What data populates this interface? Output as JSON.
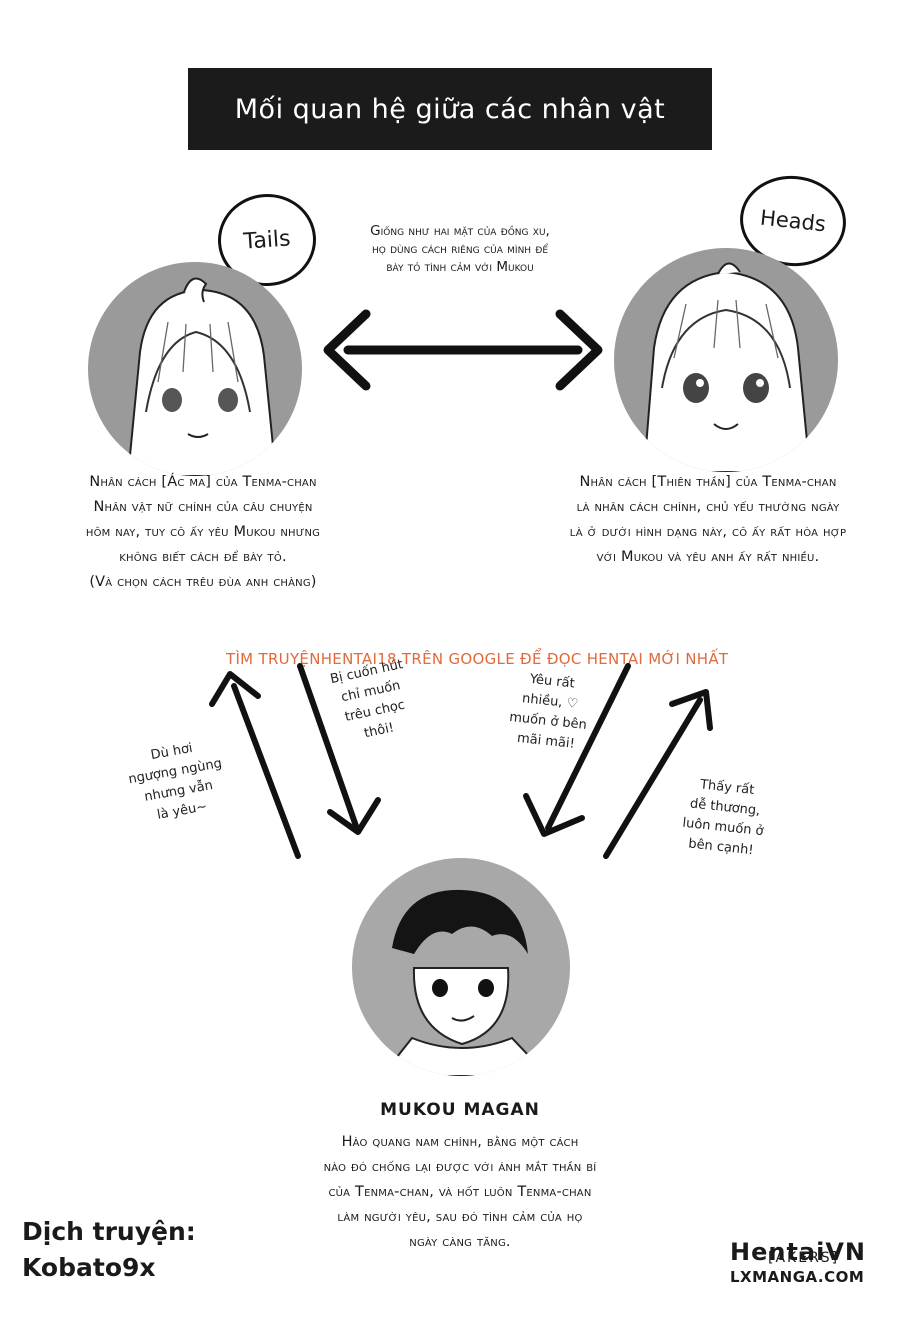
{
  "title": "Mối quan hệ giữa các nhân vật",
  "bubbles": {
    "left": "Tails",
    "right": "Heads"
  },
  "center_caption": {
    "line1": "Giống như hai mặt của đồng xu,",
    "line2": "họ dùng cách riêng của mình để",
    "line3": "bày tỏ tình cảm với Mukou"
  },
  "left_character": {
    "line1": "Nhân cách [Ác ma] của Tenma-chan",
    "line2": "Nhân vật nữ chính của câu chuyện",
    "line3": "hôm nay, tuy cô ấy yêu Mukou nhưng",
    "line4": "không biết cách để bày tỏ.",
    "line5": "(Và chọn cách trêu đùa anh chàng)"
  },
  "right_character": {
    "line1": "Nhân cách [Thiên thần] của Tenma-chan",
    "line2": "là nhân cách chính, chủ yếu thường ngày",
    "line3": "là ở dưới hình dạng này, cô ấy rất hòa hợp",
    "line4": "với Mukou và yêu anh ấy rất nhiều."
  },
  "watermark": "TÌM TRUYỆNHENTAI18 TRÊN GOOGLE ĐỂ ĐỌC HENTAI MỚI NHẤT",
  "arrow_notes": {
    "left_up": [
      "Dù hơi",
      "ngượng ngùng",
      "nhưng vẫn",
      "là yêu~"
    ],
    "left_down": [
      "Bị cuốn hút",
      "chỉ muốn",
      "trêu chọc",
      "thôi!"
    ],
    "right_down": [
      "Yêu rất",
      "nhiều, ♡",
      "muốn ở bên",
      "mãi mãi!"
    ],
    "right_up": [
      "Thấy rất",
      "dễ thương,",
      "luôn muốn ở",
      "bên cạnh!"
    ]
  },
  "male_character": {
    "name": "MUKOU MAGAN",
    "line1": "Hào quang nam chính, bằng một cách",
    "line2": "nào đó chống lại được với ánh mắt thần bí",
    "line3": "của Tenma-chan, và hốt luôn Tenma-chan",
    "line4": "làm người yêu, sau đó tình cảm của họ",
    "line5": "ngày càng tăng."
  },
  "credits": {
    "label": "Dịch truyện:",
    "translator": "Kobato9x",
    "group_line1": "HentaiVN",
    "group_line2": "[AKERS]",
    "site": "LXMANGA.COM"
  },
  "colors": {
    "title_bg": "#1b1b1b",
    "portrait_bg": "#9a9a9a",
    "watermark": "#e06a3c"
  }
}
